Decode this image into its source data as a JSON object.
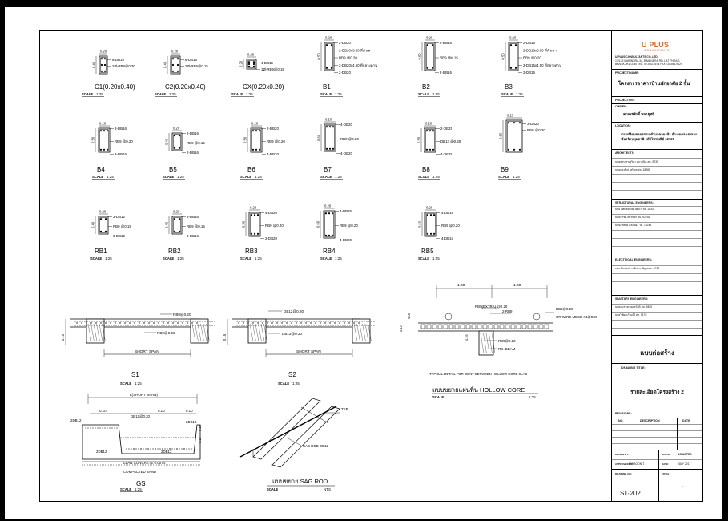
{
  "drawing": {
    "details": [
      {
        "id": "c1",
        "name": "C1(0.20x0.40)",
        "scale": "1:25",
        "dims": [
          "0.20",
          "0.40"
        ],
        "notes": [
          "8-DB16",
          "2Ø-RB9@0.30"
        ]
      },
      {
        "id": "c2",
        "name": "C2(0.20x0.40)",
        "scale": "1:25",
        "dims": [
          "0.20",
          "0.40"
        ],
        "notes": [
          "8-DB16",
          "2Ø-RB9@0.15"
        ]
      },
      {
        "id": "cx",
        "name": "CX(0.20x0.20)",
        "scale": "1:25",
        "dims": [
          "0.20",
          "0.20"
        ],
        "notes": [
          "4-DB16",
          "1Ø-RB9@0.15"
        ]
      },
      {
        "id": "b1",
        "name": "B1",
        "scale": "1:25",
        "dims": [
          "0.20",
          "0.50"
        ],
        "notes": [
          "2-DB20",
          "2-DB20x3.00 ที่หัวเสา",
          "RB9 @0.20",
          "2-DB20x4.50 ที่กลางคาน",
          "2-DB20"
        ]
      },
      {
        "id": "b2",
        "name": "B2",
        "scale": "1:25",
        "dims": [
          "0.20",
          "0.50"
        ],
        "notes": [
          "2-DB16",
          "RB9 @0.15",
          "2-DB16"
        ]
      },
      {
        "id": "b3",
        "name": "B3",
        "scale": "1:25",
        "dims": [
          "0.20",
          "0.50"
        ],
        "notes": [
          "2-DB16",
          "2-DB16x3.00 ที่หัวเสา",
          "RB9 @0.20",
          "2-DB16x4.50 ที่กลางคาน",
          "2-DB16"
        ]
      },
      {
        "id": "b4",
        "name": "B4",
        "scale": "1:25",
        "dims": [
          "0.20",
          "0.50"
        ],
        "notes": [
          "3-DB16",
          "RB9 @0.20",
          "3-DB16"
        ]
      },
      {
        "id": "b5",
        "name": "B5",
        "scale": "1:25",
        "dims": [
          "0.20",
          "0.40"
        ],
        "notes": [
          "2-DB16",
          "RB9 @0.15",
          "2-DB16"
        ]
      },
      {
        "id": "b6",
        "name": "B6",
        "scale": "1:25",
        "dims": [
          "0.20",
          "0.50"
        ],
        "notes": [
          "2-DB20",
          "RB9 @0.20",
          "4-DB20"
        ]
      },
      {
        "id": "b7",
        "name": "B7",
        "scale": "1:25",
        "dims": [
          "0.20",
          "0.60"
        ],
        "notes": [
          "4-DB20",
          "RB9 @0.20",
          "4-DB20"
        ]
      },
      {
        "id": "b8",
        "name": "B8",
        "scale": "1:25",
        "dims": [
          "0.20",
          "0.50"
        ],
        "notes": [
          "2-DB25",
          "DB12 @0.20",
          "4-DB25"
        ]
      },
      {
        "id": "b9",
        "name": "B9",
        "scale": "1:25",
        "dims": [
          "0.25",
          "0.60"
        ],
        "notes": [
          "3-DB20",
          "RB9 @0.20"
        ]
      },
      {
        "id": "rb1",
        "name": "RB1",
        "scale": "1:25",
        "dims": [
          "0.20",
          "0.40"
        ],
        "notes": [
          "3-DB12",
          "RB9 @0.15",
          "3-DB12"
        ]
      },
      {
        "id": "rb2",
        "name": "RB2",
        "scale": "1:25",
        "dims": [
          "0.20",
          "0.40"
        ],
        "notes": [
          "3-DB16",
          "RB9 @0.15",
          "3-DB16"
        ]
      },
      {
        "id": "rb3",
        "name": "RB3",
        "scale": "1:25",
        "dims": [
          "0.20",
          "0.50"
        ],
        "notes": [
          "4-DB20",
          "RB9 @0.20",
          "2-DB20"
        ]
      },
      {
        "id": "rb4",
        "name": "RB4",
        "scale": "1:25",
        "dims": [
          "0.20",
          "0.60"
        ],
        "notes": [
          "4-DB25",
          "RB9 @0.20",
          "4-DB20"
        ]
      },
      {
        "id": "rb5",
        "name": "RB5",
        "scale": "1:25",
        "dims": [
          "0.20",
          "0.50"
        ],
        "notes": [
          "4-DB16",
          "RB9 @0.20",
          "4-DB16"
        ]
      }
    ],
    "scale_word": "SCALE",
    "s1": {
      "name": "S1",
      "scale": "1:25",
      "top": "RB9@0.20",
      "bottom": "RB9@0.20",
      "span": "SHORT SPAN",
      "thick": "0.10"
    },
    "s2": {
      "name": "S2",
      "scale": "1:25",
      "top": "DB12@0.20",
      "bottom": "DB12@0.20",
      "span": "SHORT SPAN",
      "thick": "0.15"
    },
    "hollow": {
      "dim1": "1.00",
      "dim2": "1.00",
      "extra": "RB9(EXTRA) @0.20",
      "top": "2-RB9",
      "mesh1": "RB6@0.20",
      "mesh2": "OR WIRE MESH #4@0.20",
      "d1": "0.05",
      "d2": "0.12",
      "d3": "0.25",
      "bottom": "RB9@0.20",
      "beam": "RC. BEAM",
      "note": "TYPICAL DETAIL FOR JOINT BETWEEN HOLLOW CORE SLAB",
      "title": "แบบขยายแผ่นพื้น HOLLOW CORE",
      "scale": "1:25"
    },
    "gs": {
      "name": "GS",
      "scale": "1:25",
      "span": "L(SHORT SPAN)",
      "d1": "0.10",
      "d2": "0.10",
      "d3": "0.10",
      "top": "DB12@0.20",
      "left": "2DB12",
      "right": "2DB12",
      "bl": "2DB12",
      "br": "2DB12",
      "lean": "LEAN CONCRETE 0.05 m.",
      "sand": "COMPACTED SAND",
      "h1": "0.10",
      "h2": "0.15"
    },
    "sag": {
      "title": "แบบขยาย SAG ROD",
      "scale": "NTS",
      "rod": "SAG ROD DB12",
      "note": "TYP."
    }
  },
  "titleblock": {
    "logo": "U PLUS",
    "logo_sub": "CONSULTANTS",
    "company": "U PLUS CONSULTANTS CO.,LTD.",
    "company_addr1": "12/143 RAMINDRA 34, RAMINDRA RD.,LAT PHRAO,",
    "company_addr2": "BANGKOK 10230 TEL. 02-553-9194 FAX. 02-553-9029",
    "project_name_label": "PROJECT NAME:",
    "project_name": "โครงการอาคารบ้านพักอาศัย 2 ชั้น",
    "project_no_label": "PROJECT NO:",
    "owner_label": "OWNER:",
    "owner": "คุณพรศักดิ์ พลายุทธี",
    "location_label": "LOCATION:",
    "location1": "ถนนเลียบคลองสาม ตำบลคลองห้า อำเภอคลองหลวง",
    "location2": "จังหวัดปทุมธานี รหัสไปรษณีย์ 12120",
    "architects_label": "ARCHITECTS:",
    "architects": [
      "นายเสกสรร สุริยา สถาปนิก สถ. 5739",
      "นายทรงศักดิ์ ศรีพล สถ. 18285"
    ],
    "structural_label": "STRUCTURAL ENGINEERS:",
    "structural": [
      "นาย ไพบูลย์ ทองวัฒนา วย. 15331",
      "นายสุรชัย ศรีวิทยา วย. 92245",
      "นายสุรพงษ์ แสงทอง วย. 78243"
    ],
    "electrical_label": "ELECTRICAL ENGINEERS:",
    "electrical": [
      "นาย ชัยวัฒน์ วงศ์ประเสริฐ ภฟก. 6233"
    ],
    "sanitary_label": "SANITARY ENGINEERS:",
    "sanitary": [
      "นายสมชาย วงศ์สวัสดิ์ สส. 9450",
      "นายวิชัย แก้วมณี สส. 9176"
    ],
    "drawing_type": "แบบก่อสร้าง",
    "drawing_title_label": "DRAWING TITLE:",
    "drawing_title": "รายละเอียดโครงสร้าง 2",
    "revisions_label": "REVISIONS:",
    "col_no": "NO.",
    "col_desc": "DESCRIPTION",
    "col_date": "DATE",
    "drawn_by_label": "DRAWN BY:",
    "scale_label": "SCALE:",
    "scale_val": "AS-NOTED",
    "approved_label": "APPROVED BY:",
    "approved_val": "PAIBOON T.",
    "date_label": "DATE:",
    "date_val": "JULY 2017",
    "drawing_no_label": "DRAWING NO:",
    "total_label": "TOTAL:",
    "total_val": "-",
    "sheet_no": "ST-202"
  }
}
